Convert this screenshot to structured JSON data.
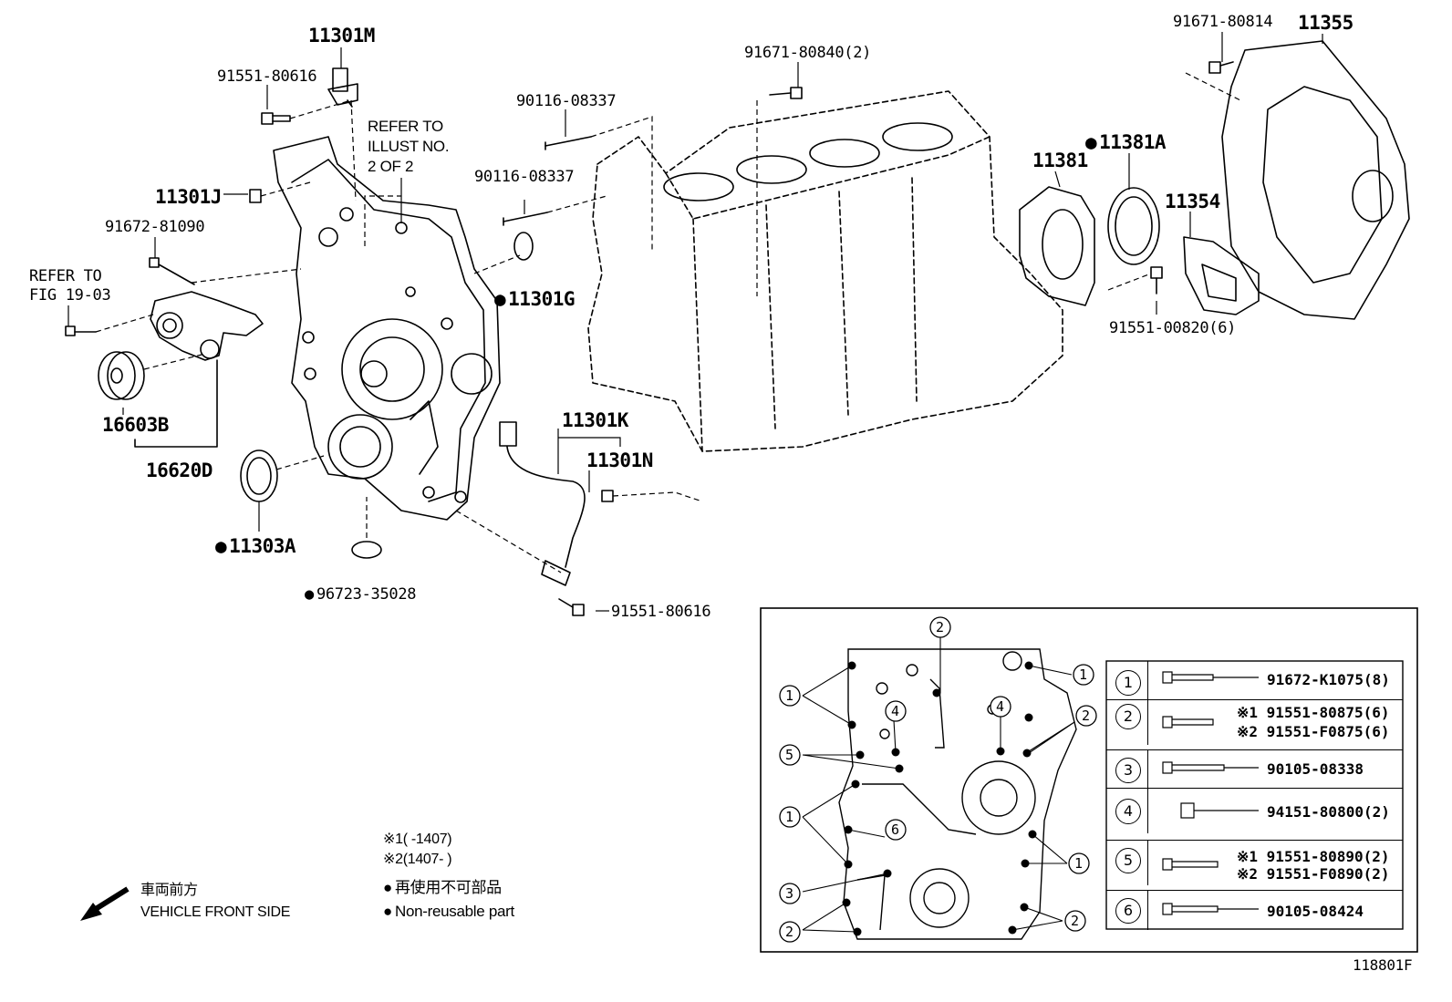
{
  "parts": {
    "p11301M": "11301M",
    "p91551_80616_top": "91551-80616",
    "refer_illust": [
      "REFER TO",
      "ILLUST NO.",
      "2 OF 2"
    ],
    "p11301J": "11301J",
    "p91672_81090": "91672-81090",
    "refer_fig": [
      "REFER TO",
      "FIG 19-03"
    ],
    "p16603B": "16603B",
    "p16620D": "16620D",
    "p11303A": "11303A",
    "p96723_35028": "96723-35028",
    "p90116_08337_a": "90116-08337",
    "p90116_08337_b": "90116-08337",
    "p11301G": "11301G",
    "p91671_80840": "91671-80840(2)",
    "p11301K": "11301K",
    "p11301N": "11301N",
    "p91551_80616_bottom": "91551-80616",
    "p11381": "11381",
    "p11381A": "11381A",
    "p11354": "11354",
    "p91551_00820": "91551-00820(6)",
    "p91671_80814": "91671-80814",
    "p11355": "11355"
  },
  "notes": {
    "date1": "※1(      -1407)",
    "date2": "※2(1407-      )",
    "nonreusable_jp": "再使用不可部品",
    "nonreusable_en": "Non-reusable part",
    "front_jp": "車両前方",
    "front_en": "VEHICLE FRONT SIDE",
    "figure_id": "118801F"
  },
  "legend": [
    {
      "num": "1",
      "parts": [
        "91672-K1075(8)"
      ]
    },
    {
      "num": "2",
      "parts": [
        "※1 91551-80875(6)",
        "※2 91551-F0875(6)"
      ]
    },
    {
      "num": "3",
      "parts": [
        "90105-08338"
      ]
    },
    {
      "num": "4",
      "parts": [
        "94151-80800(2)"
      ]
    },
    {
      "num": "5",
      "parts": [
        "※1 91551-80890(2)",
        "※2 91551-F0890(2)"
      ]
    },
    {
      "num": "6",
      "parts": [
        "90105-08424"
      ]
    }
  ],
  "inset_callouts": [
    "1",
    "1",
    "2",
    "2",
    "4",
    "4",
    "5",
    "1",
    "6",
    "1",
    "3",
    "2",
    "2"
  ]
}
